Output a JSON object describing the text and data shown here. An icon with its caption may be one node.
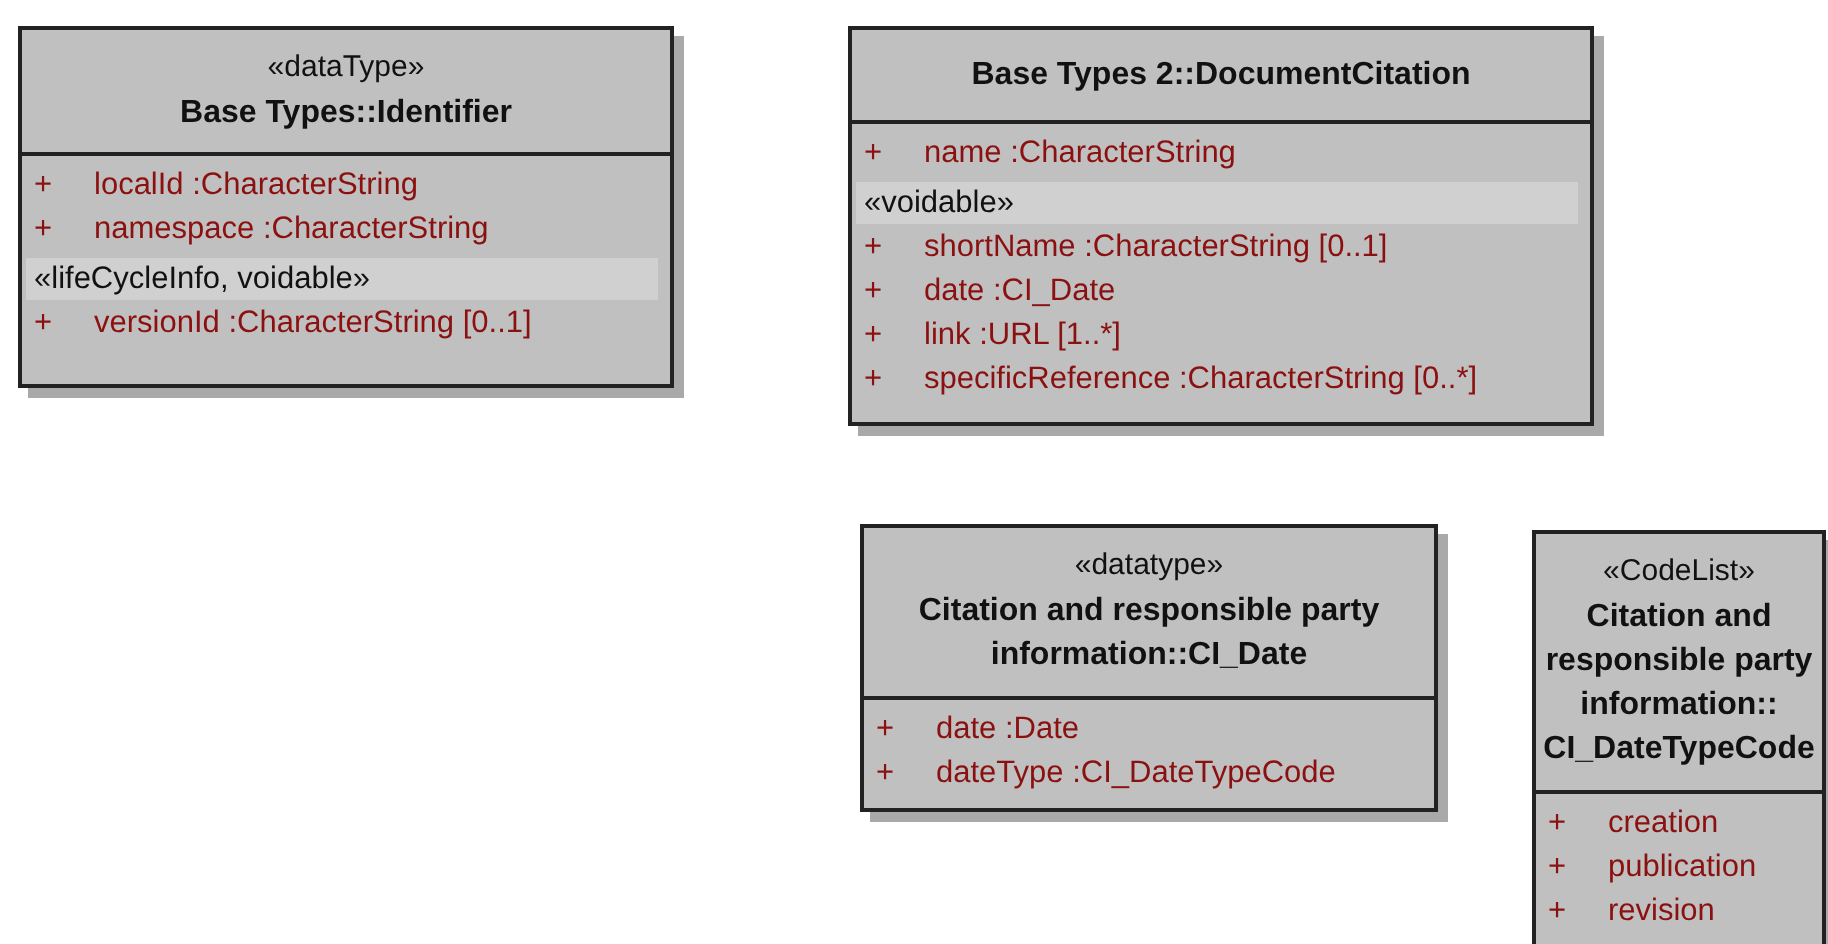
{
  "diagram": {
    "nodes": [
      {
        "text": [
          "«dataType»",
          "Base Types::Identifier",
          "+ localId :CharacterString",
          "+ namespace :CharacterString",
          "«lifeCycleInfo, voidable»",
          "+ versionId :CharacterString [0..1]"
        ]
      },
      {
        "text": [
          "Base Types 2::DocumentCitation",
          "+ name :CharacterString",
          "«voidable»",
          "+ shortName :CharacterString [0..1]",
          "+ date :CI_Date",
          "+ link :URL [1..*]",
          "+ specificReference :CharacterString [0..*]"
        ]
      },
      {
        "text": [
          "«datatype»",
          "Citation and responsible party information::CI_Date",
          "+ date :Date",
          "+ dateType :CI_DateTypeCode"
        ]
      },
      {
        "text": [
          "«CodeList»",
          "Citation and responsible party information:: CI_DateTypeCode",
          "+ creation",
          "+ publication",
          "+ revision"
        ]
      }
    ]
  }
}
